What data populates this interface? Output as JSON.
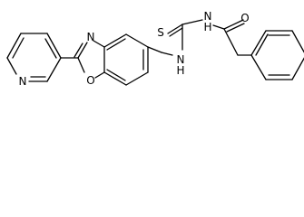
{
  "molecule": {
    "atoms": [
      {
        "id": "s1",
        "element": "S",
        "label": "S"
      },
      {
        "id": "n1",
        "element": "N",
        "label": "N"
      },
      {
        "id": "h1",
        "element": "H",
        "label": "H"
      },
      {
        "id": "o1",
        "element": "O",
        "label": "O"
      },
      {
        "id": "n2",
        "element": "N",
        "label": "N"
      },
      {
        "id": "h2",
        "element": "H",
        "label": "H"
      },
      {
        "id": "n3",
        "element": "N",
        "label": "N"
      },
      {
        "id": "o2",
        "element": "O",
        "label": "O"
      },
      {
        "id": "n4",
        "element": "N",
        "label": "N"
      }
    ]
  }
}
